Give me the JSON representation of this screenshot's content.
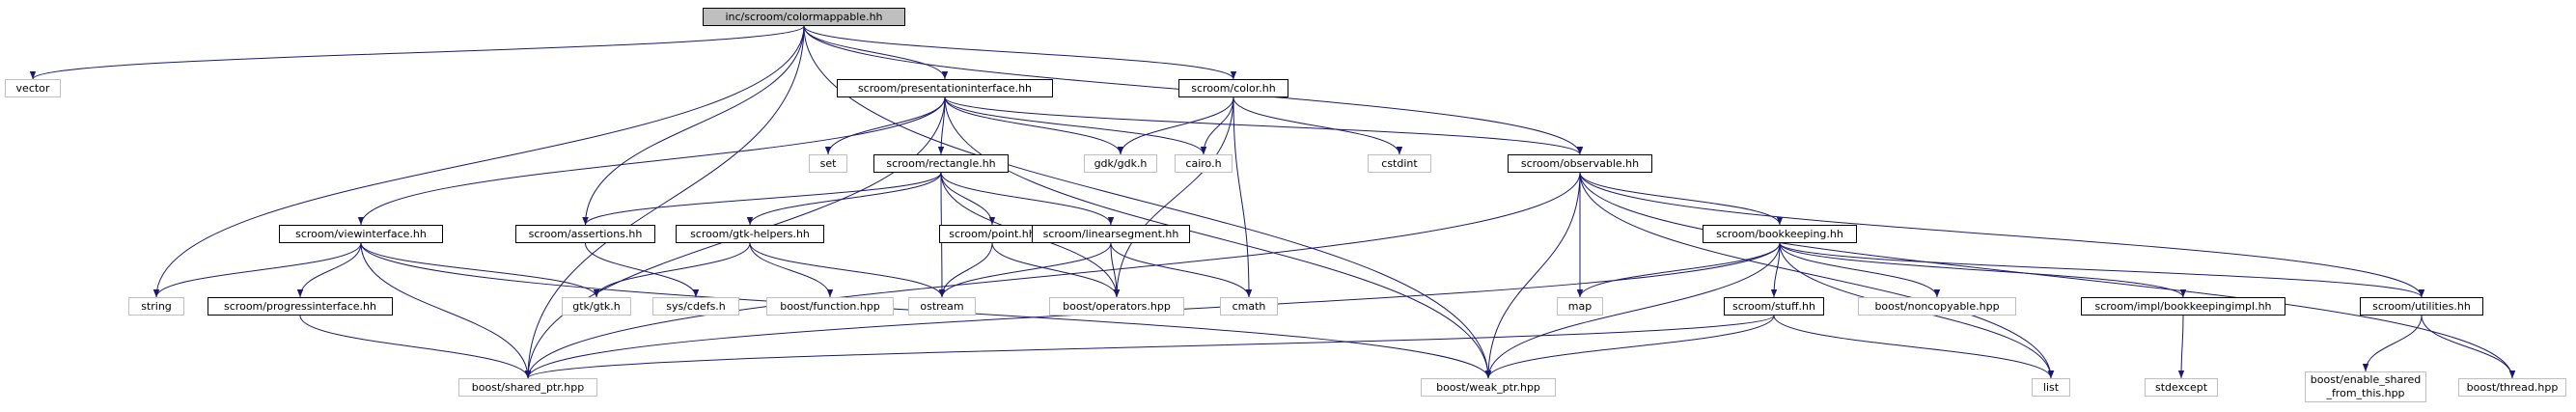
{
  "graph": {
    "edge_color": "#191970",
    "node_border_project": "#000000",
    "node_border_external": "#bfbfbf",
    "root_fill": "#bfbfbf",
    "nodes": {
      "colormappable": "inc/scroom/colormappable.hh",
      "vector": "vector",
      "presentationinterface": "scroom/presentationinterface.hh",
      "color": "scroom/color.hh",
      "set": "set",
      "rectangle": "scroom/rectangle.hh",
      "gdk": "gdk/gdk.h",
      "cairo": "cairo.h",
      "cstdint": "cstdint",
      "observable": "scroom/observable.hh",
      "viewinterface": "scroom/viewinterface.hh",
      "assertions": "scroom/assertions.hh",
      "gtkhelpers": "scroom/gtk-helpers.hh",
      "point": "scroom/point.hh",
      "linearsegment": "scroom/linearsegment.hh",
      "bookkeeping": "scroom/bookkeeping.hh",
      "string": "string",
      "progressinterface": "scroom/progressinterface.hh",
      "gtk": "gtk/gtk.h",
      "cdefs": "sys/cdefs.h",
      "function": "boost/function.hpp",
      "ostream": "ostream",
      "operators": "boost/operators.hpp",
      "cmath": "cmath",
      "map": "map",
      "stuff": "scroom/stuff.hh",
      "noncopyable": "boost/noncopyable.hpp",
      "bookkeepingimpl": "scroom/impl/bookkeepingimpl.hh",
      "utilities": "scroom/utilities.hh",
      "sharedptr": "boost/shared_ptr.hpp",
      "weakptr": "boost/weak_ptr.hpp",
      "list": "list",
      "stdexcept": "stdexcept",
      "enableshared": "boost/enable_shared\n_from_this.hpp",
      "thread": "boost/thread.hpp"
    },
    "edges": [
      [
        "colormappable",
        "vector"
      ],
      [
        "colormappable",
        "presentationinterface"
      ],
      [
        "colormappable",
        "color"
      ],
      [
        "colormappable",
        "observable"
      ],
      [
        "colormappable",
        "assertions"
      ],
      [
        "colormappable",
        "string"
      ],
      [
        "colormappable",
        "sharedptr"
      ],
      [
        "colormappable",
        "weakptr"
      ],
      [
        "presentationinterface",
        "set"
      ],
      [
        "presentationinterface",
        "rectangle"
      ],
      [
        "presentationinterface",
        "gdk"
      ],
      [
        "presentationinterface",
        "cairo"
      ],
      [
        "presentationinterface",
        "observable"
      ],
      [
        "presentationinterface",
        "viewinterface"
      ],
      [
        "presentationinterface",
        "sharedptr"
      ],
      [
        "presentationinterface",
        "weakptr"
      ],
      [
        "color",
        "gdk"
      ],
      [
        "color",
        "cairo"
      ],
      [
        "color",
        "cstdint"
      ],
      [
        "color",
        "operators"
      ],
      [
        "color",
        "cmath"
      ],
      [
        "rectangle",
        "assertions"
      ],
      [
        "rectangle",
        "gtkhelpers"
      ],
      [
        "rectangle",
        "point"
      ],
      [
        "rectangle",
        "linearsegment"
      ],
      [
        "rectangle",
        "ostream"
      ],
      [
        "rectangle",
        "operators"
      ],
      [
        "observable",
        "bookkeeping"
      ],
      [
        "observable",
        "map"
      ],
      [
        "observable",
        "utilities"
      ],
      [
        "observable",
        "sharedptr"
      ],
      [
        "observable",
        "weakptr"
      ],
      [
        "observable",
        "list"
      ],
      [
        "observable",
        "thread"
      ],
      [
        "viewinterface",
        "string"
      ],
      [
        "viewinterface",
        "progressinterface"
      ],
      [
        "viewinterface",
        "gtk"
      ],
      [
        "viewinterface",
        "sharedptr"
      ],
      [
        "viewinterface",
        "weakptr"
      ],
      [
        "assertions",
        "cdefs"
      ],
      [
        "gtkhelpers",
        "gtk"
      ],
      [
        "gtkhelpers",
        "function"
      ],
      [
        "gtkhelpers",
        "ostream"
      ],
      [
        "point",
        "ostream"
      ],
      [
        "point",
        "operators"
      ],
      [
        "linearsegment",
        "ostream"
      ],
      [
        "linearsegment",
        "operators"
      ],
      [
        "linearsegment",
        "cmath"
      ],
      [
        "progressinterface",
        "sharedptr"
      ],
      [
        "bookkeeping",
        "map"
      ],
      [
        "bookkeeping",
        "stuff"
      ],
      [
        "bookkeeping",
        "noncopyable"
      ],
      [
        "bookkeeping",
        "bookkeepingimpl"
      ],
      [
        "bookkeeping",
        "utilities"
      ],
      [
        "bookkeeping",
        "sharedptr"
      ],
      [
        "bookkeeping",
        "weakptr"
      ],
      [
        "bookkeeping",
        "list"
      ],
      [
        "stuff",
        "sharedptr"
      ],
      [
        "stuff",
        "weakptr"
      ],
      [
        "stuff",
        "list"
      ],
      [
        "bookkeepingimpl",
        "stdexcept"
      ],
      [
        "utilities",
        "enableshared"
      ],
      [
        "utilities",
        "thread"
      ]
    ]
  }
}
